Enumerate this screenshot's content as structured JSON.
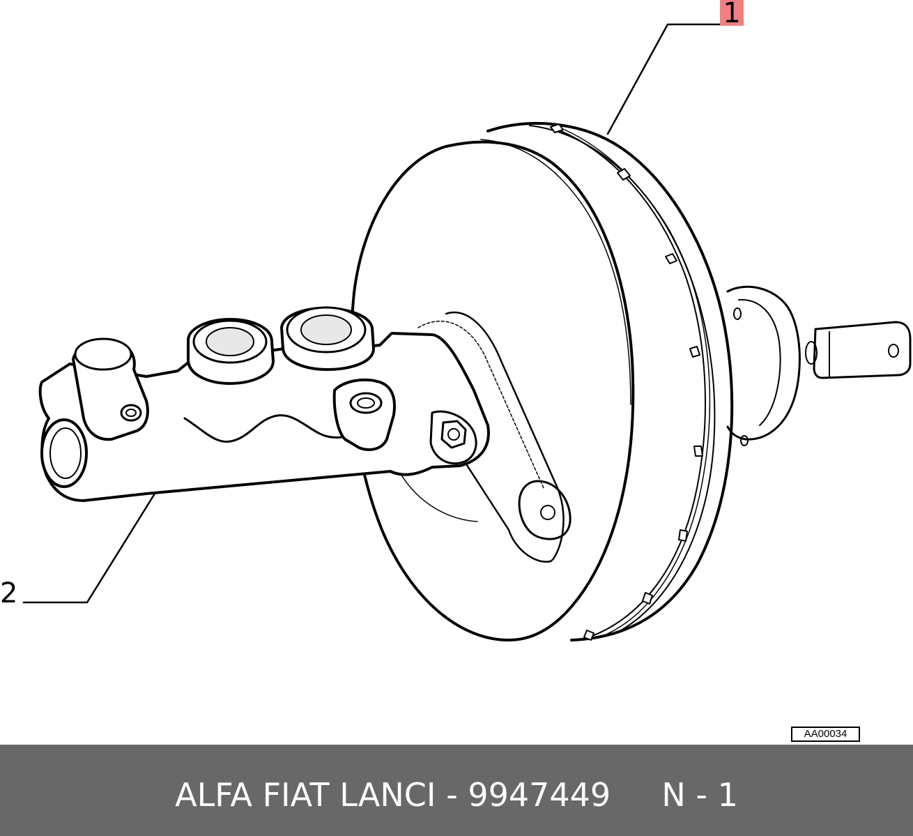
{
  "callouts": {
    "one": "1",
    "two": "2"
  },
  "reference_code": "AA00034",
  "footer": {
    "brands": "ALFA FIAT LANCI",
    "separator": " - ",
    "part_number": "9947449",
    "position": "N - 1"
  },
  "colors": {
    "footer_bg": "#686868",
    "footer_text": "#ffffff",
    "callout_highlight": "#f08080",
    "line": "#000000"
  }
}
